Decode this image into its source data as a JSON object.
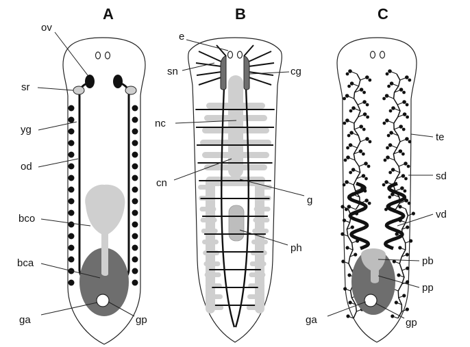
{
  "panels": [
    {
      "letter": "A",
      "labels": {
        "ov": "ov",
        "sr": "sr",
        "yg": "yg",
        "od": "od",
        "bco": "bco",
        "bca": "bca",
        "ga": "ga",
        "gp": "gp"
      }
    },
    {
      "letter": "B",
      "labels": {
        "e": "e",
        "sn": "sn",
        "cg": "cg",
        "nc": "nc",
        "cn": "cn",
        "g": "g",
        "ph": "ph"
      }
    },
    {
      "letter": "C",
      "labels": {
        "te": "te",
        "sd": "sd",
        "vd": "vd",
        "pb": "pb",
        "pp": "pp",
        "ga": "ga",
        "gp": "gp"
      }
    }
  ],
  "colors": {
    "outline": "#222222",
    "light_gray": "#cfcfcf",
    "mid_gray": "#bdbdbd",
    "dark_gray": "#6e6e6e",
    "black": "#111111"
  }
}
